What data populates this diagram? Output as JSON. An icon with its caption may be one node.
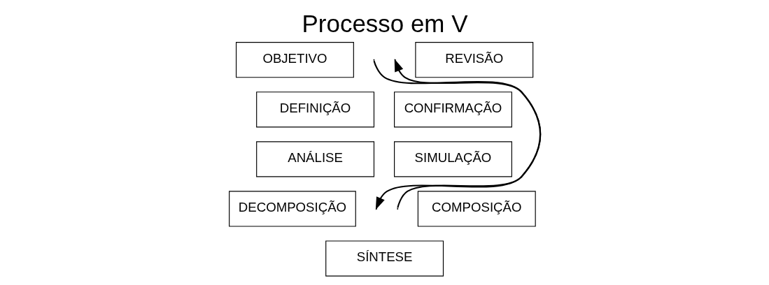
{
  "diagram": {
    "title": "Processo em V",
    "nodes": [
      {
        "text": [
          "OBJETIVO"
        ]
      },
      {
        "text": [
          "REVISÃO"
        ]
      },
      {
        "text": [
          "DEFINIÇÃO"
        ]
      },
      {
        "text": [
          "CONFIRMAÇÃO"
        ]
      },
      {
        "text": [
          "ANÁLISE"
        ]
      },
      {
        "text": [
          "SIMULAÇÃO"
        ]
      },
      {
        "text": [
          "DECOMPOSIÇÃO"
        ]
      },
      {
        "text": [
          "COMPOSIÇÃO"
        ]
      },
      {
        "text": [
          "SÍNTESE"
        ]
      }
    ],
    "edges": []
  }
}
